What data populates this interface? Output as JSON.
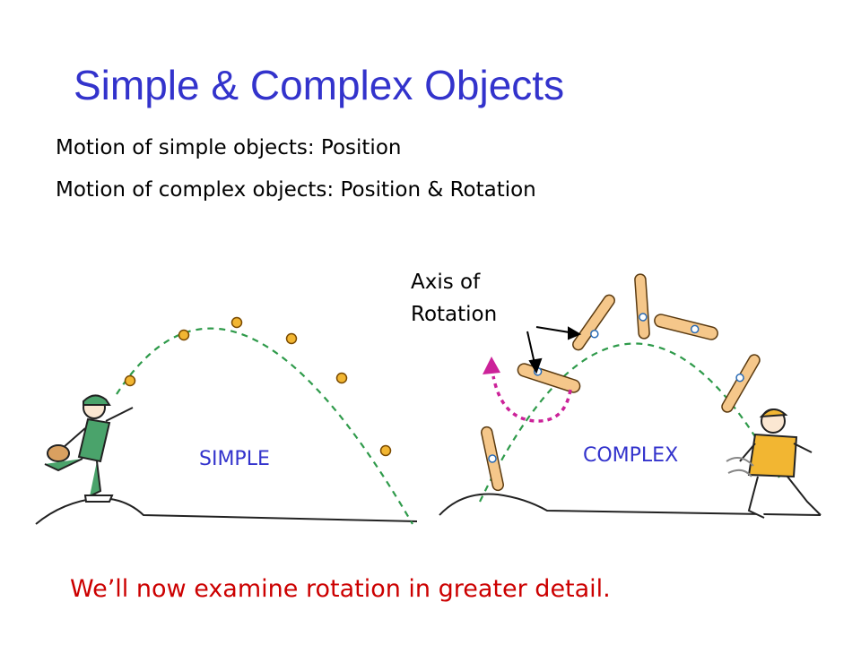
{
  "slide": {
    "title": "Simple & Complex Objects",
    "bullets": [
      "Motion of simple objects: Position",
      "Motion of complex objects: Position & Rotation"
    ],
    "axis_label_line1": "Axis of",
    "axis_label_line2": "Rotation",
    "simple_label": "SIMPLE",
    "complex_label": "COMPLEX",
    "footer": "We’ll now examine rotation in greater detail."
  },
  "colors": {
    "title": "#3333cc",
    "label": "#3333cc",
    "footer": "#cc0000",
    "trajectory": "#2e9a4a",
    "ball": "#f2b632",
    "bat": "#f5c78a",
    "rotation_arrow": "#cc2299"
  }
}
